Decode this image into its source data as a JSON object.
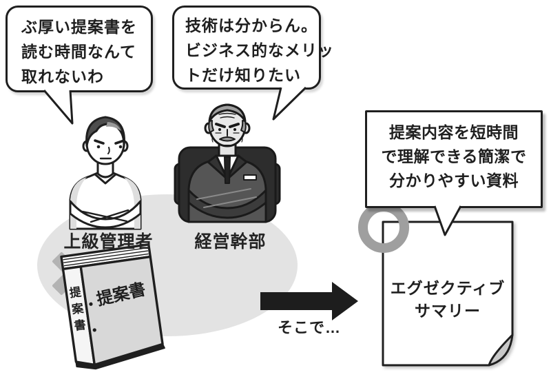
{
  "scene": {
    "bubble_manager": {
      "lines": [
        "ぶ厚い提案書を",
        "読む時間なんて",
        "取れないわ"
      ]
    },
    "bubble_executive": {
      "lines": [
        "技術は分からん。",
        "ビジネス的なメリッ",
        "トだけ知りたい"
      ]
    },
    "bubble_solution": {
      "lines": [
        "提案内容を短時間",
        "で理解できる簡潔で",
        "分かりやすい資料"
      ]
    },
    "label_manager": "上級管理者",
    "label_executive": "経営幹部",
    "arrow_caption": "そこで…",
    "book": {
      "cover_title": "提案書",
      "spine_chars": [
        "提",
        "案",
        "書"
      ]
    },
    "paper": {
      "lines": [
        "エグゼクティブ",
        "サマリー"
      ]
    },
    "marks": {
      "cross": "x-mark",
      "ring": "circle-mark",
      "arrow": "right-arrow"
    },
    "colors": {
      "outline": "#1f1f1f",
      "ellipse_bg": "#e3e3e3",
      "mark_gray": "#b3b3b3",
      "ring_gray": "#9f9f9f",
      "book_cover": "#d8d8d8",
      "suit": "#555555",
      "chair": "#2d2d2d",
      "arrow": "#1d1d1d"
    }
  }
}
